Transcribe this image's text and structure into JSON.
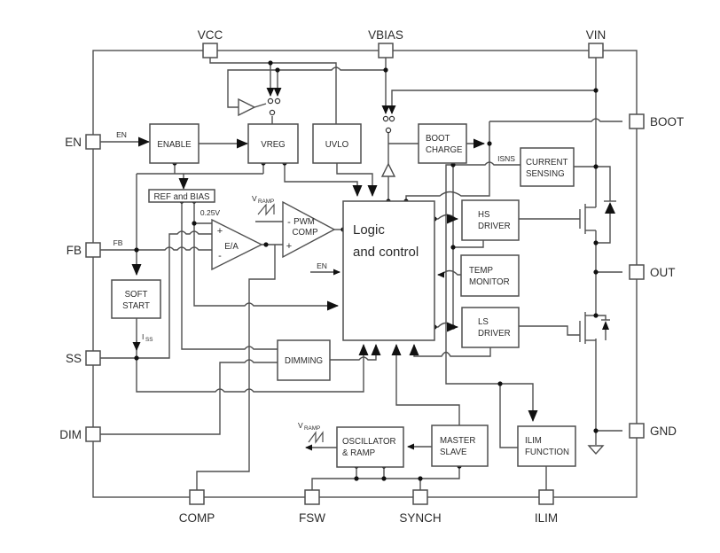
{
  "diagram": {
    "pins": {
      "vcc": "VCC",
      "vbias": "VBIAS",
      "vin": "VIN",
      "boot": "BOOT",
      "out": "OUT",
      "gnd": "GND",
      "en": "EN",
      "fb": "FB",
      "ss": "SS",
      "dim": "DIM",
      "comp": "COMP",
      "fsw": "FSW",
      "synch": "SYNCH",
      "ilim": "ILIM"
    },
    "blocks": {
      "enable": "ENABLE",
      "vreg": "VREG",
      "uvlo": "UVLO",
      "boot_charge_1": "BOOT",
      "boot_charge_2": "CHARGE",
      "current_sensing_1": "CURRENT",
      "current_sensing_2": "SENSING",
      "ref_bias": "REF and BIAS",
      "soft_start_1": "SOFT",
      "soft_start_2": "START",
      "dimming": "DIMMING",
      "osc_1": "OSCILLATOR",
      "osc_2": "& RAMP",
      "master_1": "MASTER",
      "master_2": "SLAVE",
      "ilim_fn_1": "ILIM",
      "ilim_fn_2": "FUNCTION",
      "hs_1": "HS",
      "hs_2": "DRIVER",
      "temp_1": "TEMP",
      "temp_2": "MONITOR",
      "ls_1": "LS",
      "ls_2": "DRIVER",
      "logic_1": "Logic",
      "logic_2": "and control",
      "ea": "E/A",
      "pwm_1": "PWM",
      "pwm_2": "COMP"
    },
    "labels": {
      "en_wire": "EN",
      "en_logic": "EN",
      "fb_wire": "FB",
      "iss_main": "I",
      "iss_sub": "SS",
      "vramp_v": "V",
      "vramp_sub": "RAMP",
      "ref_v": "0.25V",
      "isns": "ISNS",
      "ea_plus": "+",
      "ea_minus": "-",
      "pwm_plus": "+",
      "pwm_minus": "-"
    }
  }
}
